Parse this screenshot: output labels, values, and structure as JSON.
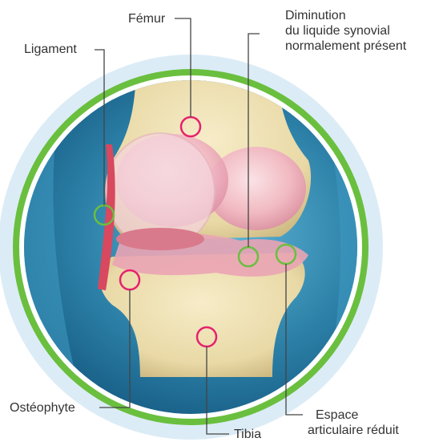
{
  "labels": {
    "femur": "Fémur",
    "synovial_1": "Diminution",
    "synovial_2": "du liquide synovial",
    "synovial_3": "normalement présent",
    "ligament": "Ligament",
    "osteophyte": "Ostéophyte",
    "tibia": "Tibia",
    "space_1": "Espace",
    "space_2": "articulaire réduit"
  },
  "colors": {
    "outer_halo": "#dcecf6",
    "green_ring": "#6abf3f",
    "background_blue": "#2b7fa6",
    "bone": "#e9d9a6",
    "cartilage": "#f2b7c4",
    "ligament": "#d8485f",
    "marker_pink": "#e6216f",
    "marker_green": "#6abf3f",
    "leader_line": "#444444"
  }
}
